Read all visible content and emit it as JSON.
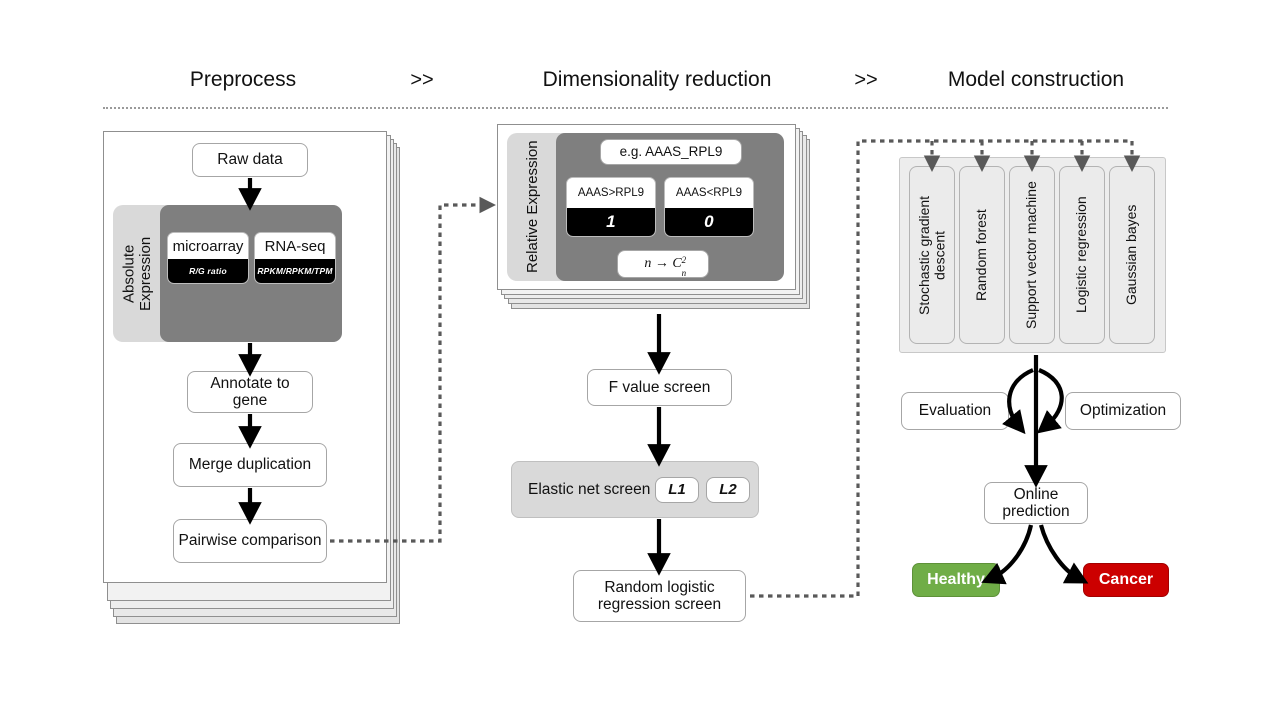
{
  "header": {
    "stages": [
      {
        "label": "Preprocess"
      },
      {
        "label": "Dimensionality reduction"
      },
      {
        "label": "Model construction"
      }
    ],
    "separators": [
      ">>",
      ">>"
    ]
  },
  "preprocess": {
    "raw_data": "Raw data",
    "absolute_expression_label": "Absolute Expression",
    "platforms": [
      {
        "name": "microarray",
        "unit": "R/G ratio"
      },
      {
        "name": "RNA-seq",
        "unit": "RPKM/RPKM/TPM"
      }
    ],
    "steps": [
      {
        "label": "Annotate to gene"
      },
      {
        "label": "Merge duplication"
      },
      {
        "label": "Pairwise comparison"
      }
    ]
  },
  "dimensionality_reduction": {
    "relative_expression_label": "Relative Expression",
    "example": "e.g. AAAS_RPL9",
    "rules": [
      {
        "condition": "AAAS>RPL9",
        "value": "1"
      },
      {
        "condition": "AAAS<RPL9",
        "value": "0"
      }
    ],
    "formula": "n → C",
    "formula_sup": "2",
    "formula_sub": "n",
    "f_value_screen": "F value screen",
    "elastic_net": {
      "label": "Elastic net screen",
      "penalties": [
        "L1",
        "L2"
      ]
    },
    "random_logistic": "Random logistic regression screen"
  },
  "model_construction": {
    "models": [
      {
        "label": "Stochastic gradient descent"
      },
      {
        "label": "Random forest"
      },
      {
        "label": "Support vector machine"
      },
      {
        "label": "Logistic regression"
      },
      {
        "label": "Gaussian bayes"
      }
    ],
    "evaluation": "Evaluation",
    "optimization": "Optimization",
    "online_prediction": "Online prediction",
    "outcomes": [
      {
        "label": "Healthy",
        "color": "#70ad47"
      },
      {
        "label": "Cancer",
        "color": "#cc0000"
      }
    ]
  },
  "colors": {
    "healthy_green": "#70ad47",
    "cancer_red": "#cc0000",
    "dark_gray_panel": "#7f7f7f",
    "light_gray_panel": "#d9d9d9",
    "dotted_connector": "#595959"
  }
}
